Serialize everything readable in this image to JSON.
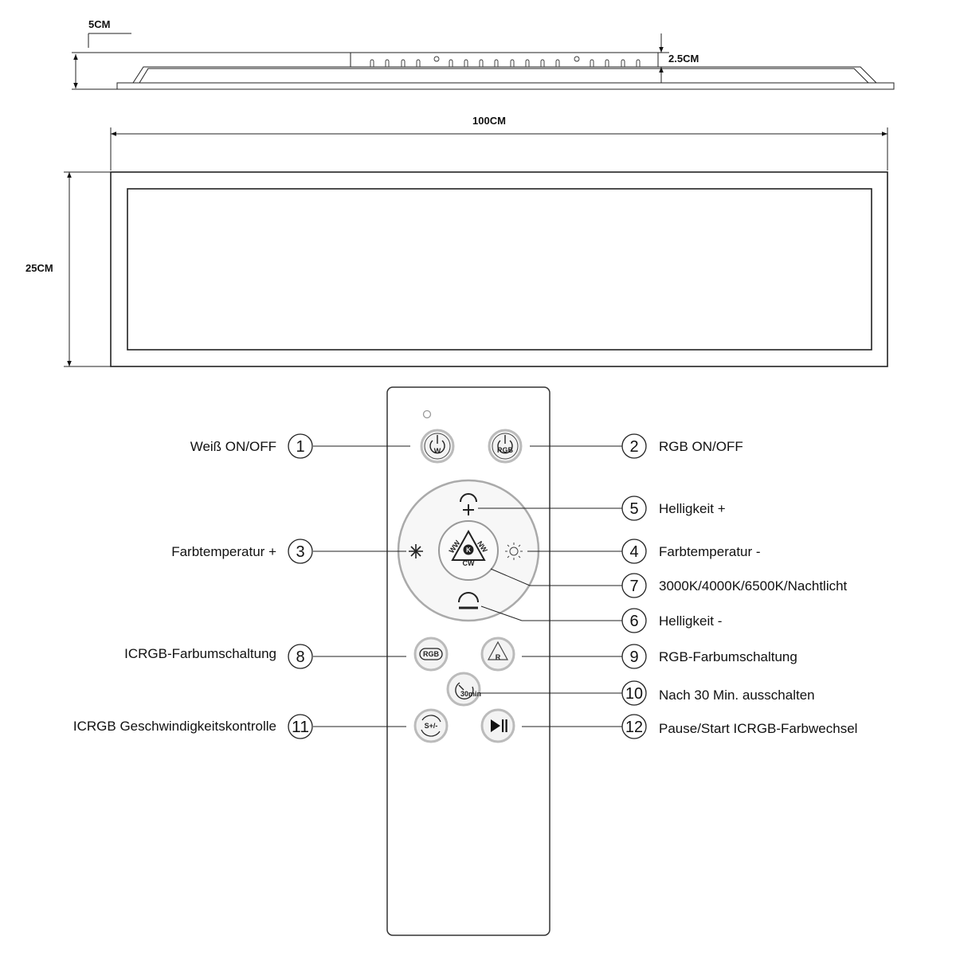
{
  "dimensions": {
    "border": "5CM",
    "height": "2.5CM",
    "width": "100CM",
    "depth": "25CM"
  },
  "remote": {
    "buttons": {
      "white": {
        "text": "W"
      },
      "rgb": {
        "text": "RGB"
      },
      "cct": {
        "top": "K",
        "bottom": "CW",
        "left": "WW",
        "right": "NW"
      },
      "icrgb": {
        "text": "RGB"
      },
      "rgb_cycle": {
        "text": "R"
      },
      "timer": {
        "text": "30min"
      },
      "speed": {
        "text": "S+/-"
      }
    }
  },
  "legend": [
    {
      "num": "1",
      "label": "Weiß ON/OFF"
    },
    {
      "num": "2",
      "label": "RGB ON/OFF"
    },
    {
      "num": "5",
      "label": "Helligkeit +"
    },
    {
      "num": "3",
      "label": "Farbtemperatur +"
    },
    {
      "num": "4",
      "label": "Farbtemperatur -"
    },
    {
      "num": "7",
      "label": "3000K/4000K/6500K/Nachtlicht"
    },
    {
      "num": "6",
      "label": "Helligkeit -"
    },
    {
      "num": "8",
      "label": "ICRGB-Farbumschaltung"
    },
    {
      "num": "9",
      "label": "RGB-Farbumschaltung"
    },
    {
      "num": "10",
      "label": "Nach 30 Min. ausschalten"
    },
    {
      "num": "11",
      "label": "ICRGB Geschwindigkeitskontrolle"
    },
    {
      "num": "12",
      "label": "Pause/Start ICRGB-Farbwechsel"
    }
  ]
}
